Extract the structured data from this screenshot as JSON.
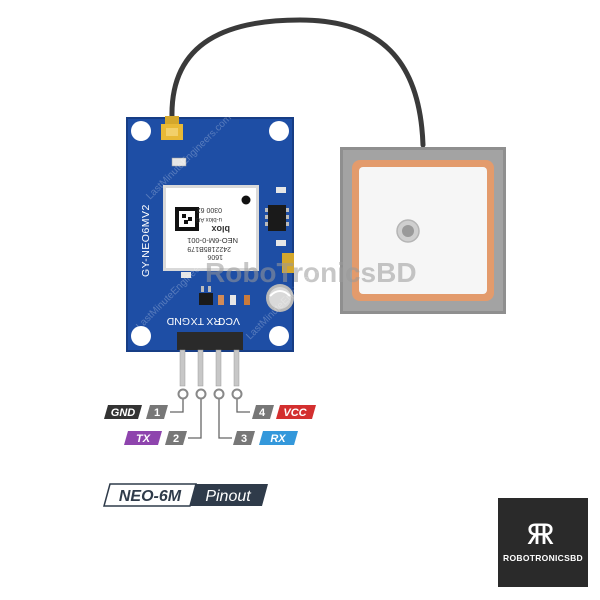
{
  "board": {
    "model_label": "GY-NEO6MV2",
    "pin_header_labels": [
      "VCC",
      "RX",
      "TX",
      "GND"
    ],
    "colors": {
      "pcb": "#1f4fa6",
      "pcb_edge": "#173d85",
      "antenna_patch": "#f5f5f5",
      "antenna_border": "#e8a274"
    }
  },
  "chip": {
    "brand": "blox",
    "company": "u-blox AG",
    "model": "NEO-6M-0-001",
    "line1": "1606",
    "line2": "2422185B179",
    "line3": "0300 62"
  },
  "watermarks": {
    "center": "RoboTronicsBD",
    "diagonal": "LastMinuteEngineers.com"
  },
  "pins": [
    {
      "number": "1",
      "name": "GND",
      "color": "#333333"
    },
    {
      "number": "2",
      "name": "TX",
      "color": "#8e44ad"
    },
    {
      "number": "3",
      "name": "RX",
      "color": "#3498db"
    },
    {
      "number": "4",
      "name": "VCC",
      "color": "#d32f2f"
    }
  ],
  "title": {
    "part": "NEO-6M",
    "suffix": "Pinout"
  },
  "logo": {
    "mark": "R",
    "text": "ROBOTRONICSBD"
  }
}
